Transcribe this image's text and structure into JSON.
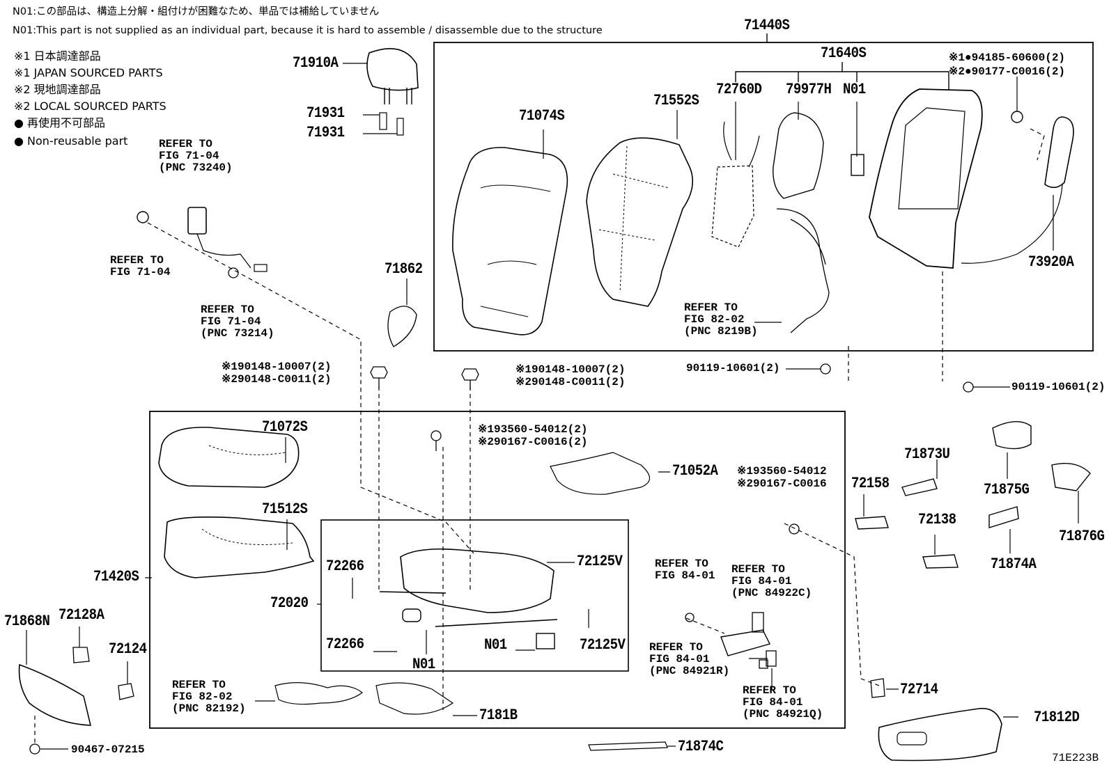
{
  "notes": {
    "n01_jp": "N01:この部品は、構造上分解・組付けが困難なため、単品では補給していません",
    "n01_en": "N01:This part is not supplied as an individual part, because it is hard to assemble / disassemble due to the structure"
  },
  "legend": {
    "l1": "※1 日本調達部品",
    "l2": "※1 JAPAN SOURCED PARTS",
    "l3": "※2 現地調達部品",
    "l4": "※2 LOCAL SOURCED PARTS",
    "l5": "● 再使用不可部品",
    "l6": "● Non-reusable part"
  },
  "parts": {
    "p71440S": "71440S",
    "p71640S": "71640S",
    "p71910A": "71910A",
    "p71931a": "71931",
    "p71931b": "71931",
    "p71074S": "71074S",
    "p71552S": "71552S",
    "p72760D": "72760D",
    "p79977H": "79977H",
    "pN01a": "N01",
    "pC1": "※1●94185-60600(2)",
    "pC2": "※2●90177-C0016(2)",
    "p73920A": "73920A",
    "p71862": "71862",
    "p90119a": "90119-10601(2)",
    "p90119b": "90119-10601(2)",
    "p71072S": "71072S",
    "p71512S": "71512S",
    "p71420S": "71420S",
    "p71052A": "71052A",
    "p72266a": "72266",
    "p72266b": "72266",
    "p72020": "72020",
    "p72125Va": "72125V",
    "p72125Vb": "72125V",
    "pN01b": "N01",
    "pN01c": "N01",
    "p7181B": "7181B",
    "p72158": "72158",
    "p71873U": "71873U",
    "p72138": "72138",
    "p71875G": "71875G",
    "p71876G": "71876G",
    "p71874A": "71874A",
    "p71868N": "71868N",
    "p72128A": "72128A",
    "p72124": "72124",
    "p90467": "90467-07215",
    "p72714": "72714",
    "p71812D": "71812D",
    "p71874C": "71874C",
    "code": "71E223B"
  },
  "bolts": {
    "b1a": "※190148-10007(2)",
    "b1b": "※290148-C0011(2)",
    "b2a": "※190148-10007(2)",
    "b2b": "※290148-C0011(2)",
    "b3a": "※193560-54012(2)",
    "b3b": "※290167-C0016(2)",
    "b4a": "※193560-54012",
    "b4b": "※290167-C0016"
  },
  "refs": {
    "r1": [
      "REFER TO",
      "FIG 71-04",
      "(PNC 73240)"
    ],
    "r2": [
      "REFER TO",
      "FIG 71-04"
    ],
    "r3": [
      "REFER TO",
      "FIG 71-04",
      "(PNC 73214)"
    ],
    "r4": [
      "REFER TO",
      "FIG 82-02",
      "(PNC 8219B)"
    ],
    "r5": [
      "REFER TO",
      "FIG 84-01"
    ],
    "r6": [
      "REFER TO",
      "FIG 84-01",
      "(PNC 84922C)"
    ],
    "r7": [
      "REFER TO",
      "FIG 84-01",
      "(PNC 84921R)"
    ],
    "r8": [
      "REFER TO",
      "FIG 84-01",
      "(PNC 84921Q)"
    ],
    "r9": [
      "REFER TO",
      "FIG 82-02",
      "(PNC 82192)"
    ]
  }
}
